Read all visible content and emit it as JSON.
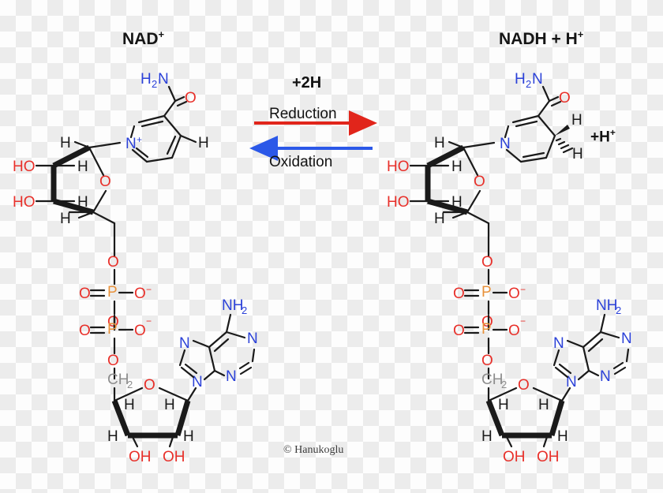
{
  "diagram": {
    "type": "chemical-reaction",
    "subject": "NAD+ / NADH redox reaction",
    "background": "transparency-checkerboard",
    "colors": {
      "oxygen": "#e8302a",
      "nitrogen": "#2b41d8",
      "phosphorus": "#e8913a",
      "carbon_hydrogen": "#1a1a1a",
      "ch2_gray": "#8e8e8e",
      "reduction_arrow": "#e1251b",
      "oxidation_arrow": "#2b58e8",
      "text": "#131313"
    }
  },
  "titles": {
    "left": {
      "base": "NAD",
      "charge": "+"
    },
    "right": {
      "text": "NADH + H",
      "charge": "+"
    }
  },
  "reaction": {
    "hydrogen_added": "+2H",
    "forward_label": "Reduction",
    "reverse_label": "Oxidation",
    "forward_arrow_color": "#e1251b",
    "reverse_arrow_color": "#2b58e8",
    "product_proton": {
      "text": "+H",
      "charge": "+"
    }
  },
  "credit": "© Hanukoglu",
  "atom_labels": {
    "amide_n": "H",
    "amide_n_sub": "2",
    "amide_n_symbol": "N",
    "oxygen": "O",
    "oxygen_anion_charge": "−",
    "nitrogen": "N",
    "nitrogen_cation_charge": "+",
    "hydrogen": "H",
    "hydroxyl": "HO",
    "hydroxyl_down": "OH",
    "phosphorus": "P",
    "methylene": "CH",
    "methylene_sub": "2",
    "amine": "NH",
    "amine_sub": "2"
  },
  "left_molecule": {
    "name": "NAD+",
    "fragments": [
      "carboxamide",
      "pyridinium-ring",
      "nicotinamide-ribose",
      "pyrophosphate",
      "adenosine-ribose",
      "adenine"
    ],
    "ring_charge": "+"
  },
  "right_molecule": {
    "name": "NADH",
    "fragments": [
      "carboxamide",
      "dihydropyridine-ring",
      "nicotinamide-ribose",
      "pyrophosphate",
      "adenosine-ribose",
      "adenine"
    ],
    "c4_hydrogens": 2
  }
}
